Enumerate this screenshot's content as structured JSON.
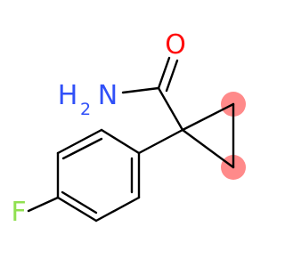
{
  "structure": {
    "atoms": {
      "oxygen": {
        "symbol": "O",
        "color": "#ff0d0d"
      },
      "nitrogen": {
        "symbol": "N",
        "color": "#3050f8",
        "hydrogen": "H",
        "hydrogen_count": "2"
      },
      "fluorine": {
        "symbol": "F",
        "color": "#90e050"
      }
    },
    "bond_color": "#000000",
    "highlight_color": "#ff8a8a"
  }
}
